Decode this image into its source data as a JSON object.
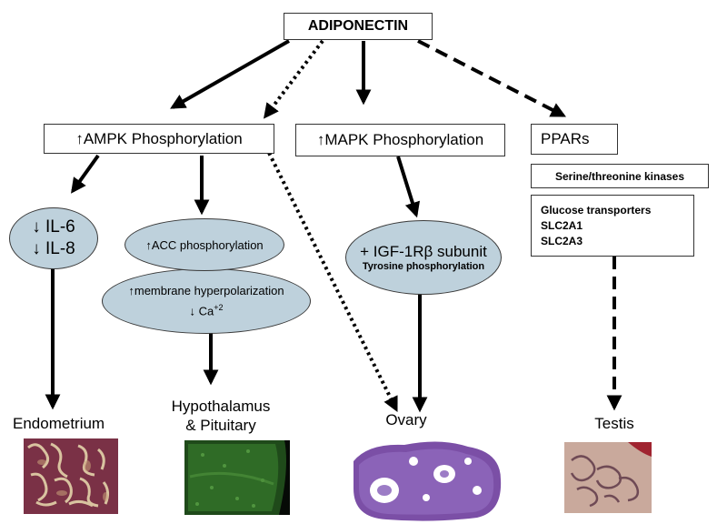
{
  "title": "ADIPONECTIN",
  "pathways": {
    "ampk": "↑AMPK Phosphorylation",
    "mapk": "↑MAPK Phosphorylation",
    "ppars": "PPARs"
  },
  "right_column": {
    "serine": "Serine/threonine kinases",
    "glucose_title": "Glucose transporters",
    "slc2a1": "SLC2A1",
    "slc2a3": "SLC2A3"
  },
  "effects": {
    "il6": "↓ IL-6",
    "il8": "↓ IL-8",
    "acc": "↑ACC phosphorylation",
    "membrane": "↑membrane hyperpolarization",
    "ca_prefix": "↓ Ca",
    "ca_sup": "+2",
    "igf_main": "+ IGF-1Rβ subunit",
    "igf_sub": "Tyrosine phosphorylation"
  },
  "targets": {
    "endometrium": "Endometrium",
    "hypothalamus_1": "Hypothalamus",
    "hypothalamus_2": "& Pituitary",
    "ovary": "Ovary",
    "testis": "Testis"
  }
}
